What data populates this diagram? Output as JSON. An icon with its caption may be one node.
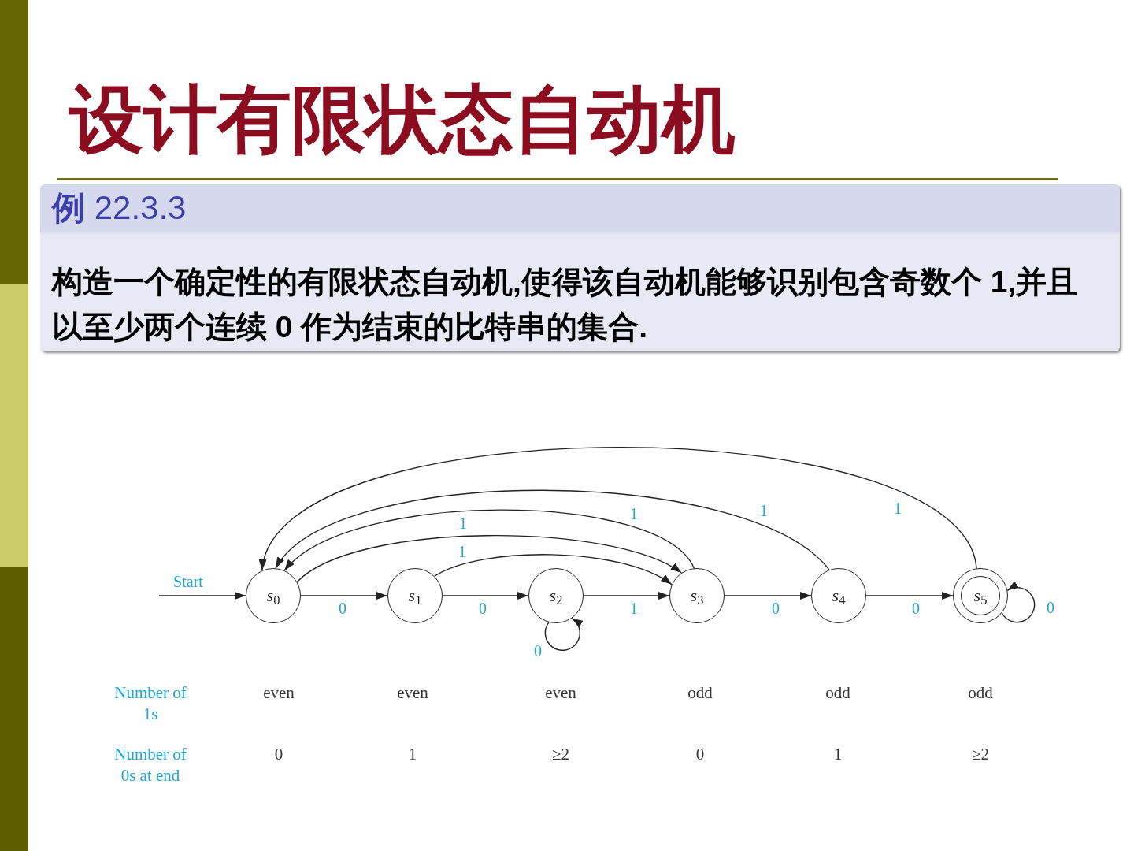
{
  "diagram": {
    "title": "设计有限状态自动机",
    "nodes": [
      {
        "text": [
          "**例** 22.3.3",
          "构造一个确定性的有限状态自动机,使得该自动机能够识别包含奇数个 1,并且以至少两个连续 0 作为结束的比特串的集合."
        ]
      },
      {
        "text": [
          "*s*$_{0}$"
        ]
      },
      {
        "text": [
          "*s*$_{1}$"
        ]
      },
      {
        "text": [
          "*s*$_{2}$"
        ]
      },
      {
        "text": [
          "*s*$_{3}$"
        ]
      },
      {
        "text": [
          "*s*$_{4}$"
        ]
      },
      {
        "text": [
          "*s*$_{5}$"
        ]
      }
    ],
    "edges": [
      {
        "from": null,
        "to": 1,
        "arrow": "to",
        "label": "Start"
      },
      {
        "from": 1,
        "to": 2,
        "arrow": "to",
        "label": "0"
      },
      {
        "from": 2,
        "to": 3,
        "arrow": "to",
        "label": "0"
      },
      {
        "from": 3,
        "to": 4,
        "arrow": "to",
        "label": "1"
      },
      {
        "from": 4,
        "to": 5,
        "arrow": "to",
        "label": "0"
      },
      {
        "from": 5,
        "to": 6,
        "arrow": "to",
        "label": "0"
      },
      {
        "from": 3,
        "to": 3,
        "arrow": "to",
        "label": "0"
      },
      {
        "from": 6,
        "to": 6,
        "arrow": "to",
        "label": "0"
      },
      {
        "from": 2,
        "to": 4,
        "arrow": "to",
        "label": "1"
      },
      {
        "from": 1,
        "to": 4,
        "arrow": "to",
        "label": "1"
      },
      {
        "from": 4,
        "to": 1,
        "arrow": "to",
        "label": "1"
      },
      {
        "from": 5,
        "to": 1,
        "arrow": "to",
        "label": "1"
      },
      {
        "from": 6,
        "to": 1,
        "arrow": "to",
        "label": "1"
      }
    ],
    "labels": [
      "Number of 1s",
      "even",
      "even",
      "even",
      "odd",
      "odd",
      "odd",
      "Number of 0s at end",
      "0",
      "1",
      "≥2",
      "0",
      "1",
      "≥2"
    ]
  }
}
